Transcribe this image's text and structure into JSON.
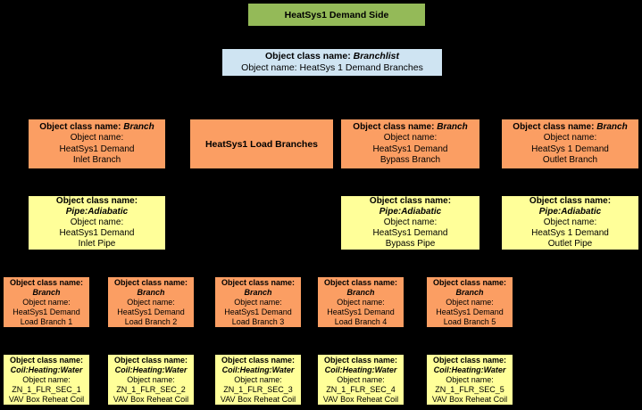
{
  "colors": {
    "background": "#000000",
    "text": "#000000",
    "green": "#94BA58",
    "blue": "#CFE4F2",
    "orange": "#FB9E63",
    "yellow": "#FFFF99"
  },
  "diagram": {
    "root": {
      "title": "HeatSys1 Demand Side"
    },
    "branchlist": {
      "class_label": "Object class name: ",
      "class_name": "Branchlist",
      "object_line": "Object name: HeatSys 1 Demand Branches"
    },
    "load_branches_title": "HeatSys1 Load Branches",
    "branches": [
      {
        "class_label": "Object class name: ",
        "class_name": "Branch",
        "object_label": "Object name:",
        "line1": "HeatSys1 Demand",
        "line2": "Inlet Branch"
      },
      {
        "class_label": "Object class name: ",
        "class_name": "Branch",
        "object_label": "Object name:",
        "line1": "HeatSys1 Demand",
        "line2": "Bypass Branch"
      },
      {
        "class_label": "Object class name: ",
        "class_name": "Branch",
        "object_label": "Object name:",
        "line1": "HeatSys 1 Demand",
        "line2": "Outlet Branch"
      }
    ],
    "pipes": [
      {
        "class_label": "Object class name:",
        "class_name": "Pipe:Adiabatic",
        "object_label": "Object name:",
        "line1": "HeatSys1 Demand",
        "line2": "Inlet Pipe"
      },
      {
        "class_label": "Object class name:",
        "class_name": "Pipe:Adiabatic",
        "object_label": "Object name:",
        "line1": "HeatSys1 Demand",
        "line2": "Bypass Pipe"
      },
      {
        "class_label": "Object class name:",
        "class_name": "Pipe:Adiabatic",
        "object_label": "Object name:",
        "line1": "HeatSys 1 Demand",
        "line2": "Outlet Pipe"
      }
    ],
    "loads": [
      {
        "class_label": "Object class name:",
        "class_name": "Branch",
        "object_label": "Object name:",
        "line1": "HeatSys1 Demand",
        "line2": "Load Branch 1"
      },
      {
        "class_label": "Object class name:",
        "class_name": "Branch",
        "object_label": "Object name:",
        "line1": "HeatSys1 Demand",
        "line2": "Load Branch 2"
      },
      {
        "class_label": "Object class name:",
        "class_name": "Branch",
        "object_label": "Object name:",
        "line1": "HeatSys1 Demand",
        "line2": "Load Branch 3"
      },
      {
        "class_label": "Object class name:",
        "class_name": "Branch",
        "object_label": "Object name:",
        "line1": "HeatSys1 Demand",
        "line2": "Load Branch 4"
      },
      {
        "class_label": "Object class name:",
        "class_name": "Branch",
        "object_label": "Object name:",
        "line1": "HeatSys1 Demand",
        "line2": "Load Branch 5"
      }
    ],
    "coils": [
      {
        "class_label": "Object class name:",
        "class_name": "Coil:Heating:Water",
        "object_label": "Object name:",
        "line1": "ZN_1_FLR_SEC_1",
        "line2": "VAV Box Reheat Coil"
      },
      {
        "class_label": "Object class name:",
        "class_name": "Coil:Heating:Water",
        "object_label": "Object name:",
        "line1": "ZN_1_FLR_SEC_2",
        "line2": "VAV Box Reheat Coil"
      },
      {
        "class_label": "Object class name:",
        "class_name": "Coil:Heating:Water",
        "object_label": "Object name:",
        "line1": "ZN_1_FLR_SEC_3",
        "line2": "VAV Box Reheat Coil"
      },
      {
        "class_label": "Object class name:",
        "class_name": "Coil:Heating:Water",
        "object_label": "Object name:",
        "line1": "ZN_1_FLR_SEC_4",
        "line2": "VAV Box Reheat Coil"
      },
      {
        "class_label": "Object class name:",
        "class_name": "Coil:Heating:Water",
        "object_label": "Object name:",
        "line1": "ZN_1_FLR_SEC_5",
        "line2": "VAV Box Reheat Coil"
      }
    ]
  }
}
